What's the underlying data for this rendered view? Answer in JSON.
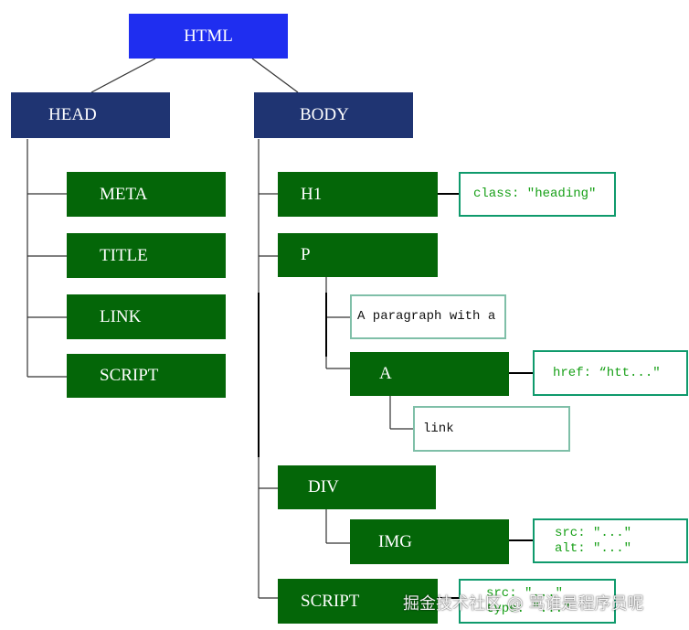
{
  "nodes": {
    "html": "HTML",
    "head": "HEAD",
    "body": "BODY",
    "meta": "META",
    "title": "TITLE",
    "link": "LINK",
    "head_script": "SCRIPT",
    "h1": "H1",
    "p": "P",
    "a": "A",
    "div": "DIV",
    "img": "IMG",
    "body_script": "SCRIPT"
  },
  "attributes": {
    "h1_class": "class: \"heading\"",
    "p_text": "A paragraph with a",
    "a_href": "href: “htt...\"",
    "a_text": "link",
    "img_src": "src: \"...\"",
    "img_alt": "alt: \"...\"",
    "script_src": "src: \"...\"",
    "script_type": "type: \"...\""
  },
  "watermark": "掘金技术社区 @ 骂谁是程序员呢",
  "colors": {
    "root": "#1f2ef0",
    "section": "#1f3472",
    "element": "#046608",
    "attr_border": "#0f9a6c",
    "attr_text": "#18a018"
  }
}
